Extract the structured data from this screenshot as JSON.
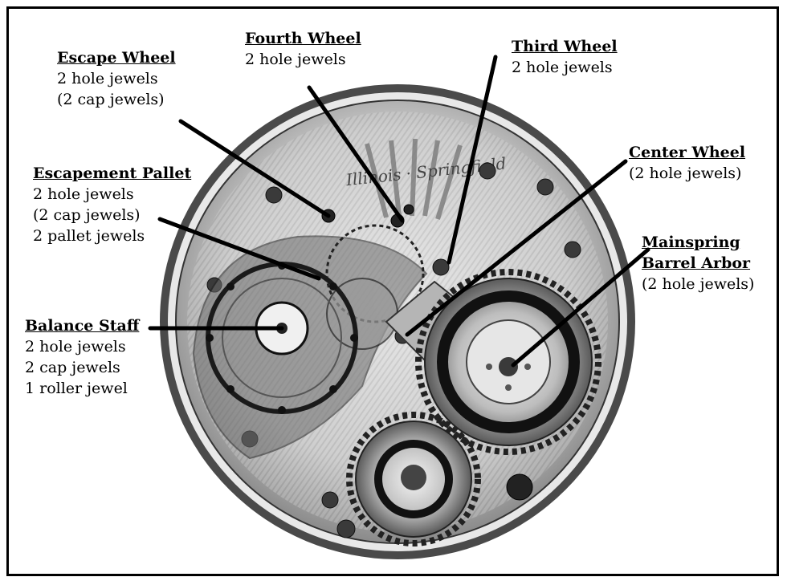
{
  "labels": {
    "escape_wheel": {
      "title": "Escape Wheel",
      "lines": [
        "2 hole jewels",
        "(2 cap jewels)"
      ]
    },
    "fourth_wheel": {
      "title": "Fourth Wheel",
      "lines": [
        "2 hole jewels"
      ]
    },
    "third_wheel": {
      "title": "Third Wheel",
      "lines": [
        "2 hole jewels"
      ]
    },
    "center_wheel": {
      "title": "Center Wheel",
      "lines": [
        "(2 hole jewels)"
      ]
    },
    "escapement_pallet": {
      "title": "Escapement Pallet",
      "lines": [
        "2 hole jewels",
        "(2 cap jewels)",
        "2 pallet jewels"
      ]
    },
    "mainspring_barrel_arbor": {
      "title_line1": "Mainspring",
      "title_line2": "Barrel Arbor",
      "lines": [
        "(2 hole jewels)"
      ]
    },
    "balance_staff": {
      "title": "Balance Staff",
      "lines": [
        "2 hole jewels",
        "2 cap jewels",
        "1 roller jewel"
      ]
    }
  },
  "engraving": "Illinois · Springfield",
  "colors": {
    "ink": "#000000",
    "plate": "#cfcfcf",
    "paper": "#ffffff"
  }
}
